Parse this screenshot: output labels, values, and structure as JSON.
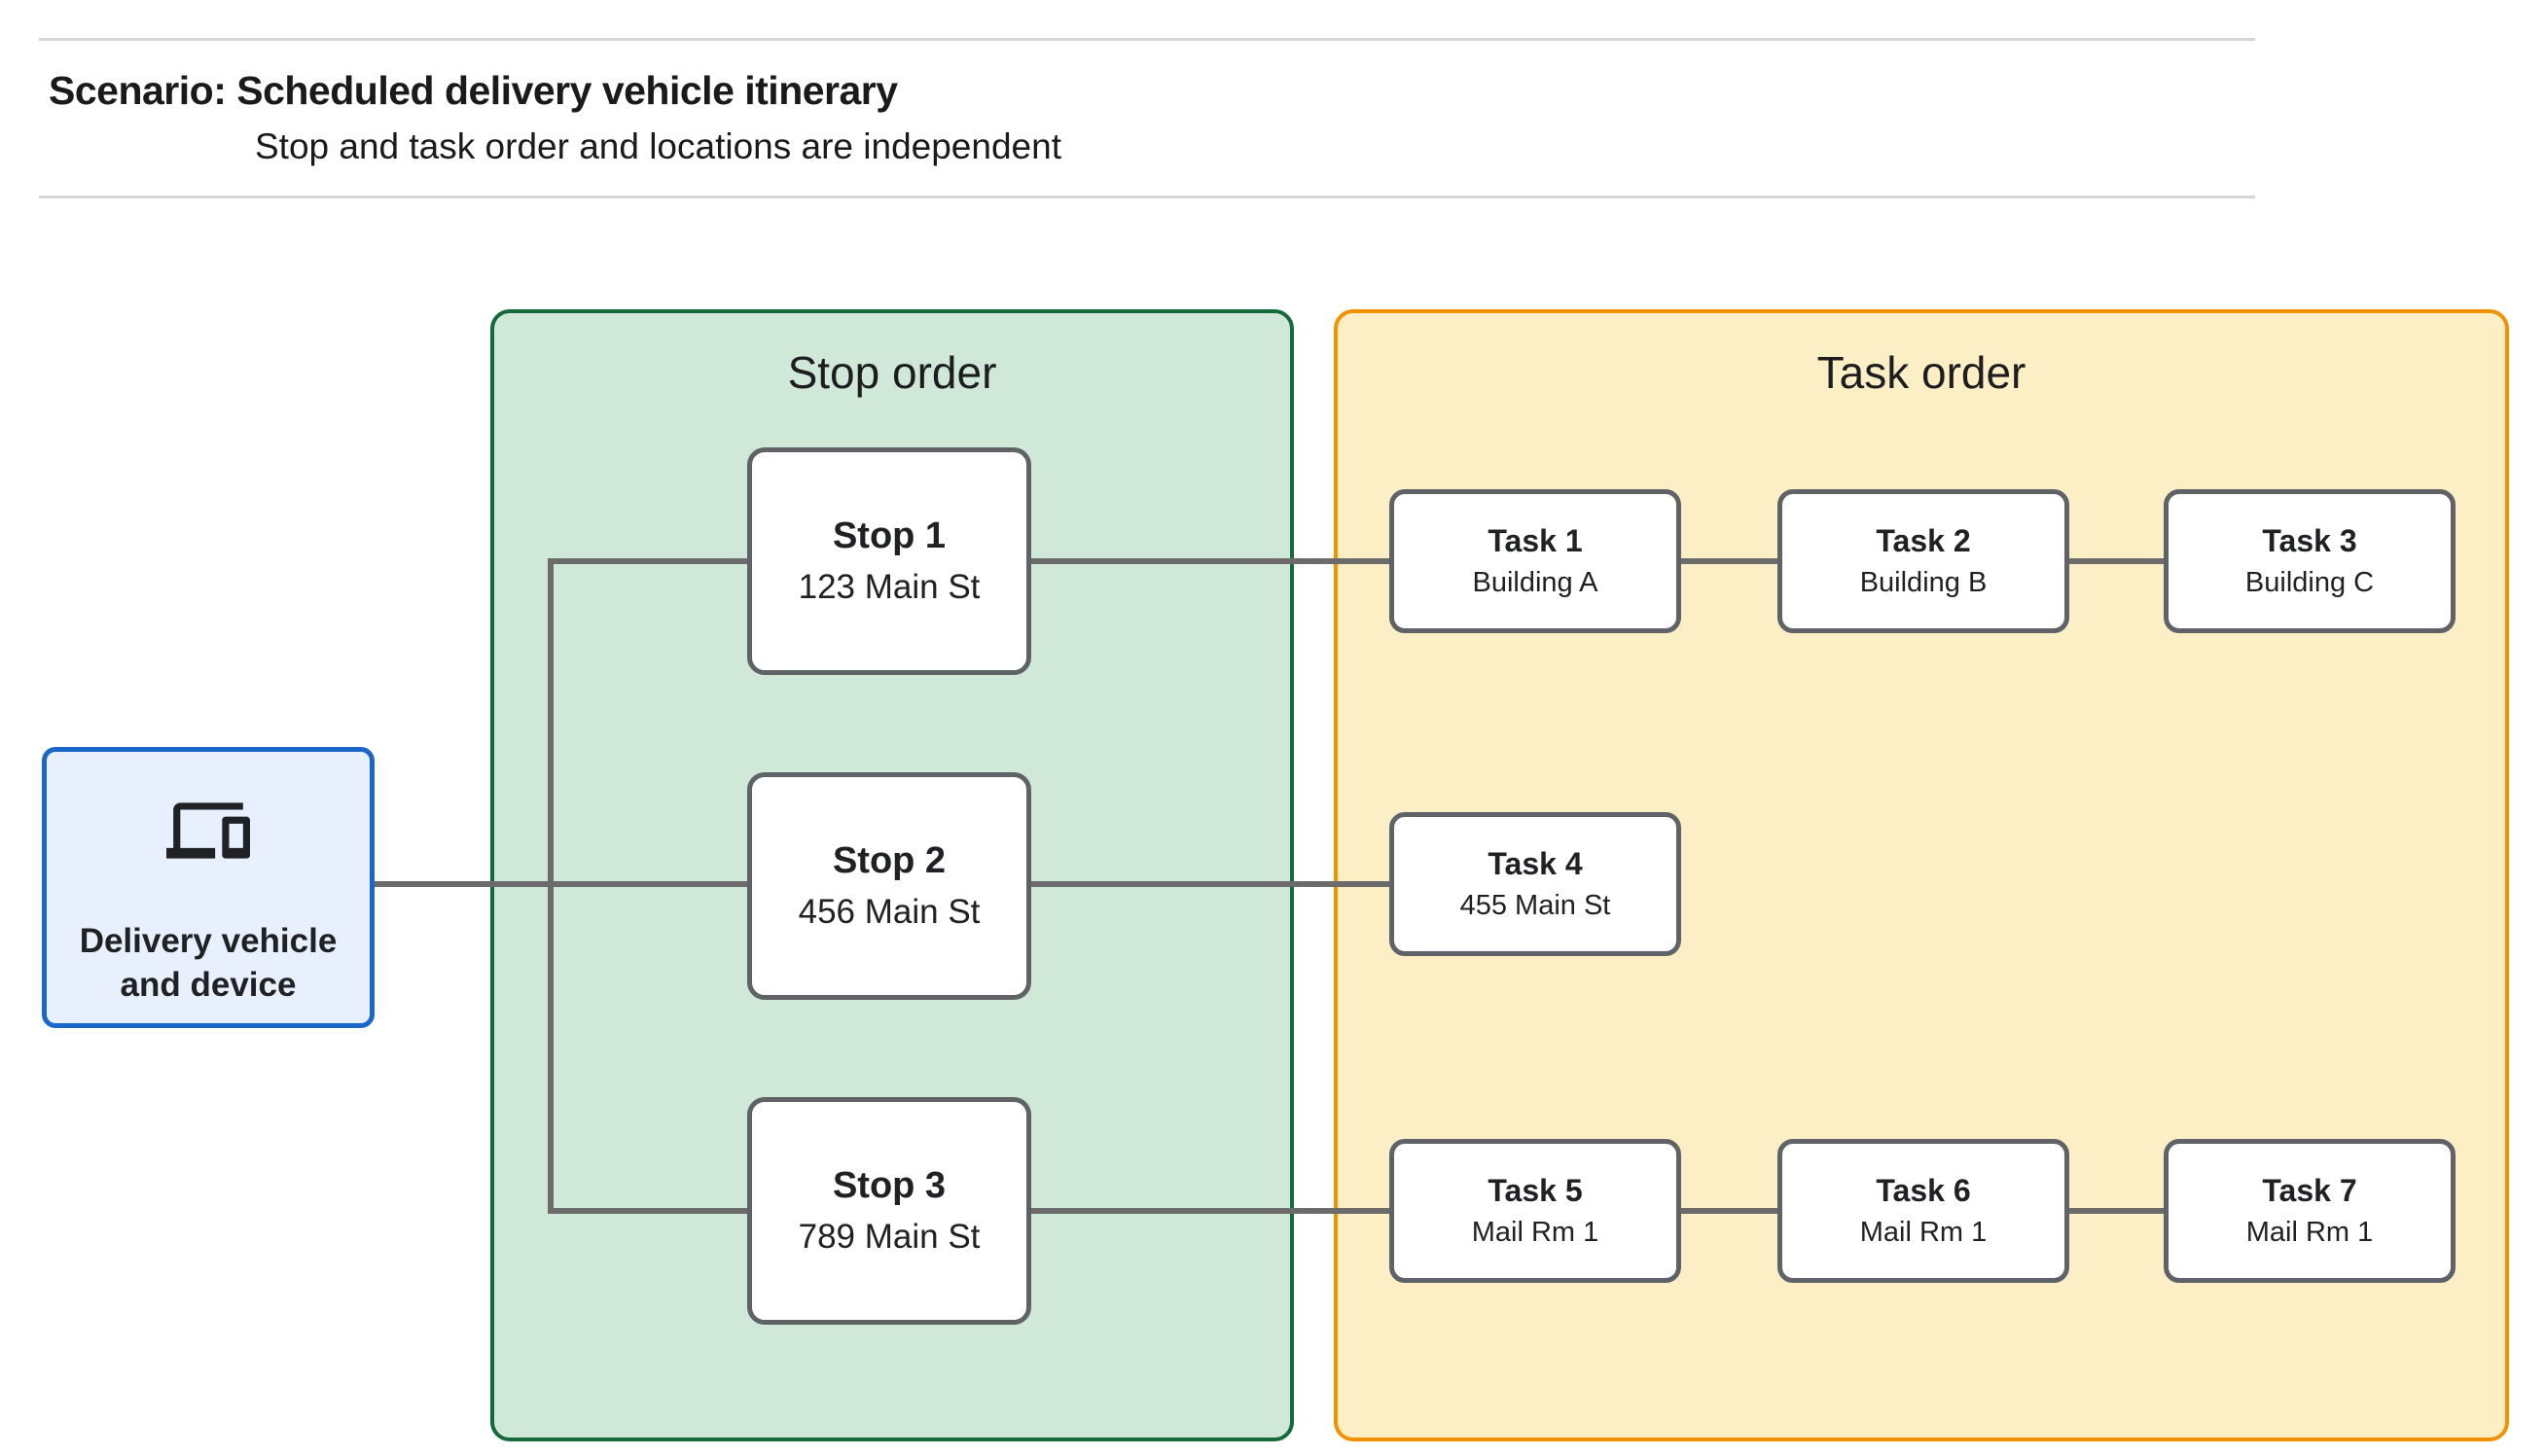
{
  "header": {
    "title": "Scenario: Scheduled delivery vehicle itinerary",
    "subtitle": "Stop and task order and locations are independent"
  },
  "vehicle_box": {
    "label_line1": "Delivery vehicle",
    "label_line2": "and device",
    "icon": "devices-icon"
  },
  "stop_panel": {
    "title": "Stop order",
    "fill_color": "#cfe8d7",
    "border_color": "#15693b",
    "stops": [
      {
        "title": "Stop 1",
        "location": "123 Main St"
      },
      {
        "title": "Stop 2",
        "location": "456 Main St"
      },
      {
        "title": "Stop 3",
        "location": "789 Main St"
      }
    ]
  },
  "task_panel": {
    "title": "Task order",
    "fill_color": "#fcefc6",
    "border_color": "#f29200",
    "tasks": [
      {
        "title": "Task 1",
        "location": "Building A"
      },
      {
        "title": "Task 2",
        "location": "Building B"
      },
      {
        "title": "Task 3",
        "location": "Building C"
      },
      {
        "title": "Task 4",
        "location": "455 Main St"
      },
      {
        "title": "Task 5",
        "location": "Mail Rm 1"
      },
      {
        "title": "Task 6",
        "location": "Mail Rm 1"
      },
      {
        "title": "Task 7",
        "location": "Mail Rm 1"
      }
    ]
  },
  "colors": {
    "vehicle_fill": "#e8f0fe",
    "vehicle_border": "#1b66c9",
    "node_border": "#5f6368",
    "connector": "#6b6b6b",
    "separator": "#d6d6d6",
    "text": "#202124"
  }
}
